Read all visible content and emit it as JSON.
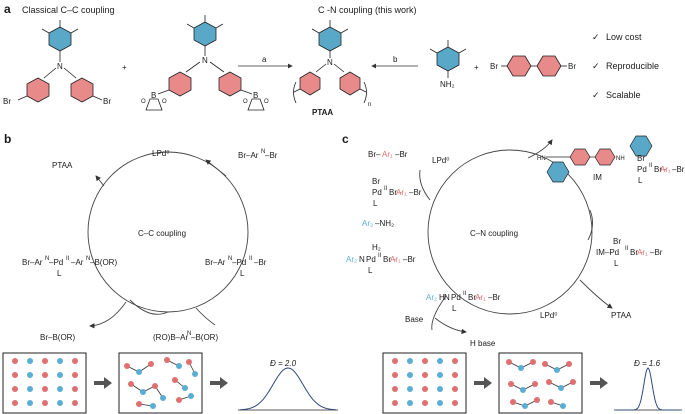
{
  "panel_a": {
    "label": "a",
    "header_left": "Classical C–C coupling",
    "header_right": "C -N coupling (this work)",
    "plus": "+",
    "arrow_a": "a",
    "arrow_b": "b",
    "product": "PTAA",
    "subscript_n": "n",
    "bromo": "Br",
    "boron": "B",
    "oxygen": "O",
    "amine": "NH₂",
    "nitrogen": "N",
    "checklist": [
      "Low cost",
      "Reproducible",
      "Scalable"
    ],
    "check_mark": "✓"
  },
  "panel_b": {
    "label": "b",
    "center": "C–C coupling",
    "lpd": "LPd⁰",
    "ptaa": "PTAA",
    "br_ar_br": "Br–Ar",
    "n_sup": "N",
    "br_tail": "–Br",
    "mid_left": "Br–Ar",
    "mid_left_2": "–Pd",
    "mid_left_3": "–Ar",
    "mid_left_4": "–B(OR)",
    "mid_right": "Br–Ar",
    "mid_right_2": "–Pd",
    "mid_right_3": "–Br",
    "ii": "II",
    "l": "L",
    "bottom_left": "Br–B(OR)",
    "bottom_right": "(RO)B–Ar",
    "bottom_right_2": "–B(OR)",
    "dispersity": "Đ = 2.0"
  },
  "panel_c": {
    "label": "c",
    "center": "C–N coupling",
    "br_ar1_br_1": "Br–",
    "ar1": "Ar₁",
    "br_end": "–Br",
    "lpd": "LPd⁰",
    "im": "IM",
    "hn": "HN",
    "nh": "NH",
    "br": "Br",
    "pd": "Pd",
    "ii": "II",
    "l": "L",
    "ar2": "Ar₂",
    "nh2": "–NH₂",
    "h2": "H₂",
    "n": "N",
    "h": "H",
    "im_pd": "IM–Pd",
    "base": "Base",
    "h_base": "H base",
    "ptaa": "PTAA",
    "dispersity": "Đ = 1.6"
  },
  "colors": {
    "red": "#e07070",
    "blue": "#5aaed3",
    "teal": "#5aa8c8",
    "pink": "#e88a8a",
    "arrow": "#555555"
  },
  "distributions": [
    {
      "dispersity": 2.0
    },
    {
      "dispersity": 1.6
    }
  ]
}
